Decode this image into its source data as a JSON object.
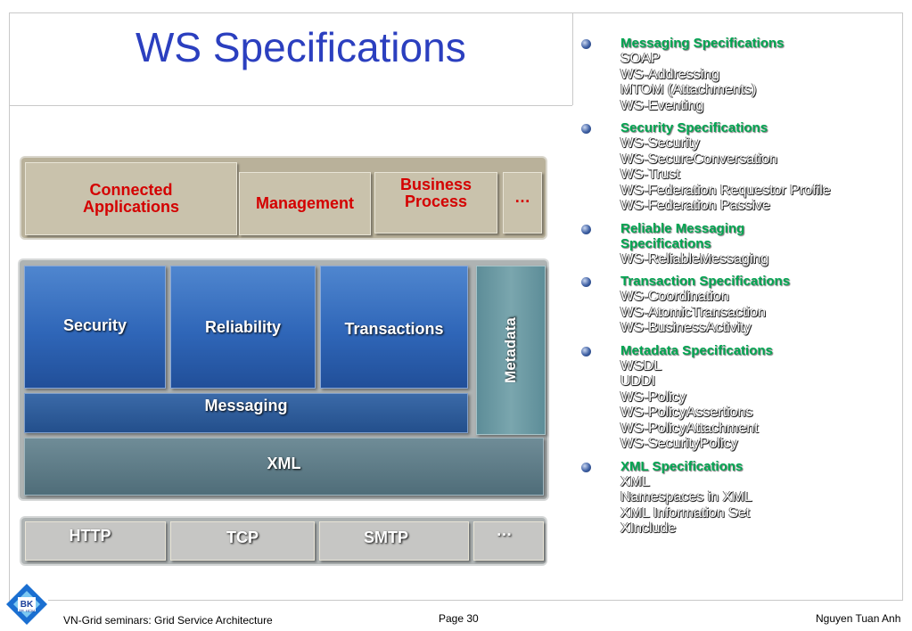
{
  "slide": {
    "title": "WS Specifications",
    "footer": {
      "left": "VN-Grid seminars: Grid Service Architecture",
      "center": "Page 30",
      "right": "Nguyen Tuan Anh"
    },
    "logo_text": "BK",
    "logo_subtext": "TP. HCM"
  },
  "diagram": {
    "top_row": [
      "Connected Applications",
      "Management",
      "Business Process",
      "…"
    ],
    "middle_blocks": [
      "Security",
      "Reliability",
      "Transactions"
    ],
    "messaging": "Messaging",
    "metadata": "Metadata",
    "xml": "XML",
    "bottom_row": [
      "HTTP",
      "TCP",
      "SMTP",
      "…"
    ]
  },
  "specs": [
    {
      "heading": "Messaging Specifications",
      "items": [
        "SOAP",
        "WS-Addressing",
        "MTOM (Attachments)",
        "WS-Eventing"
      ]
    },
    {
      "heading": "Security Specifications",
      "items": [
        "WS-Security",
        "WS-SecureConversation",
        "WS-Trust",
        "WS-Federation Requestor Profile",
        "WS-Federation Passive"
      ]
    },
    {
      "heading": "Reliable Messaging Specifications",
      "items": [
        "WS-ReliableMessaging"
      ]
    },
    {
      "heading": "Transaction Specifications",
      "items": [
        "WS-Coordination",
        "WS-AtomicTransaction",
        "WS-BusinessActivity"
      ]
    },
    {
      "heading": "Metadata Specifications",
      "items": [
        "WSDL",
        "UDDI",
        "WS-Policy",
        "WS-PolicyAssertions",
        "WS-PolicyAttachment",
        "WS-SecurityPolicy"
      ]
    },
    {
      "heading": "XML Specifications",
      "items": [
        "XML",
        "Namespaces in XML",
        "XML Information Set",
        "XInclude"
      ]
    }
  ],
  "colors": {
    "title": "#2b3fbf",
    "spec_heading": "#00a651",
    "top_row_text": "#d40000",
    "block_blue": "#2f66b8"
  }
}
